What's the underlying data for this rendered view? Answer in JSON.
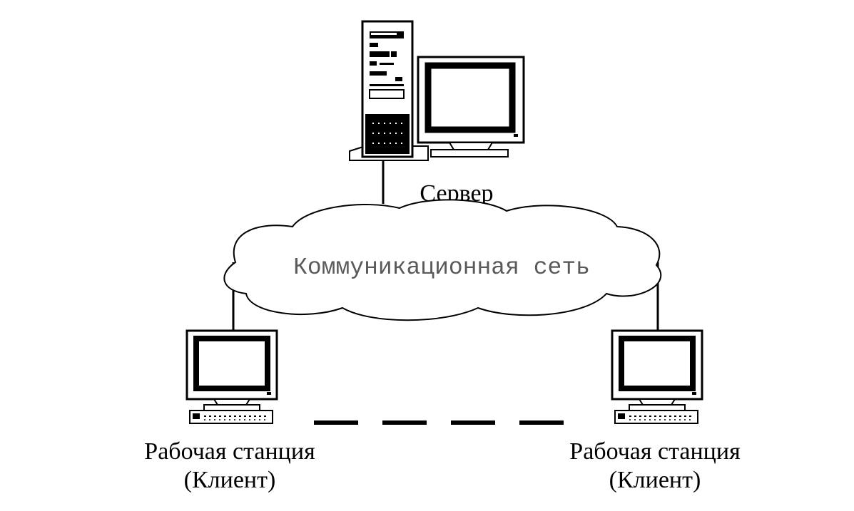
{
  "server": {
    "label": "Сервер"
  },
  "network": {
    "label": "Коммуникационная сеть"
  },
  "workstations": [
    {
      "label_line1": "Рабочая станция",
      "label_line2": "(Клиент)"
    },
    {
      "label_line1": "Рабочая станция",
      "label_line2": "(Клиент)"
    }
  ],
  "colors": {
    "line": "#000000",
    "network_text": "#5a5a5a",
    "background": "#ffffff"
  }
}
